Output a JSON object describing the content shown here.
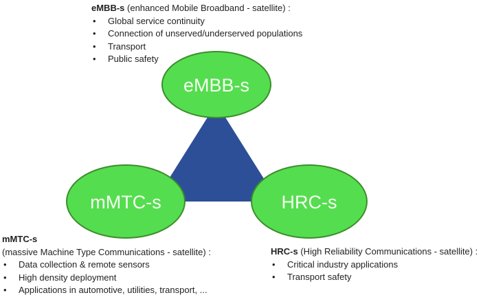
{
  "colors": {
    "ellipse": "#55dd50",
    "ellipse_stroke": "#3b8e2a",
    "triangle": "#2d4f98"
  },
  "nodes": {
    "embb": "eMBB-s",
    "mmtc": "mMTC-s",
    "hrc": "HRC-s"
  },
  "embb": {
    "title": "eMBB-s",
    "subtitle": " (enhanced Mobile Broadband - satellite) :",
    "items": [
      "Global service continuity",
      "Connection of unserved/underserved populations",
      "Transport",
      "Public safety"
    ]
  },
  "mmtc": {
    "title": "mMTC-s",
    "subtitle": "(massive Machine Type Communications - satellite) :",
    "items": [
      "Data collection & remote sensors",
      "High density deployment",
      "Applications in automotive, utilities, transport, ..."
    ]
  },
  "hrc": {
    "title": "HRC-s",
    "subtitle": " (High Reliability Communications - satellite) :",
    "items": [
      "Critical industry applications",
      "Transport safety"
    ]
  }
}
